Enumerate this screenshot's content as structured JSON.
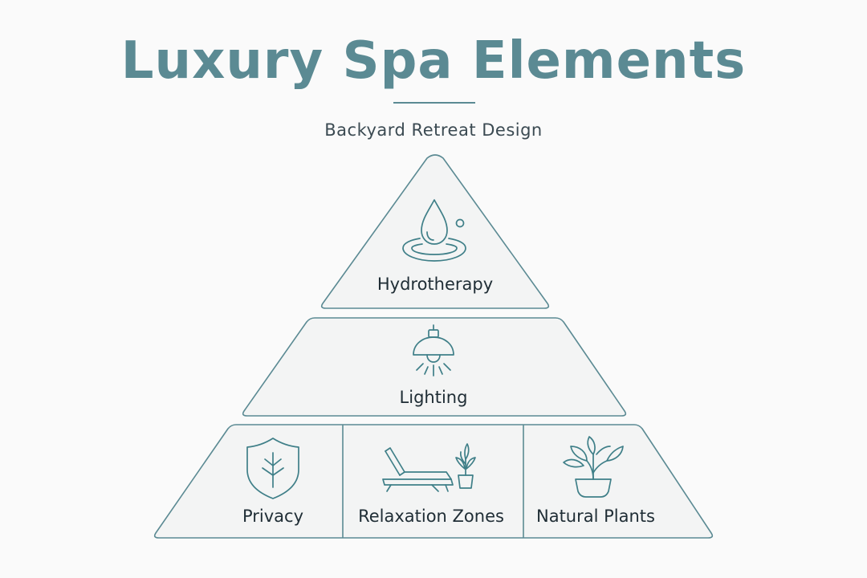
{
  "title": "Luxury Spa Elements",
  "subtitle": "Backyard Retreat Design",
  "colors": {
    "accent": "#5b8a93",
    "icon_stroke": "#3f7f88",
    "panel_fill": "#f3f4f4",
    "text": "#1f2d35"
  },
  "pyramid": {
    "top": {
      "label": "Hydrotherapy",
      "icon": "water-drop-icon"
    },
    "middle": {
      "label": "Lighting",
      "icon": "pendant-lamp-icon"
    },
    "base": [
      {
        "label": "Privacy",
        "icon": "shield-leaf-icon"
      },
      {
        "label": "Relaxation Zones",
        "icon": "lounge-chair-plant-icon"
      },
      {
        "label": "Natural Plants",
        "icon": "potted-plant-icon"
      }
    ]
  }
}
